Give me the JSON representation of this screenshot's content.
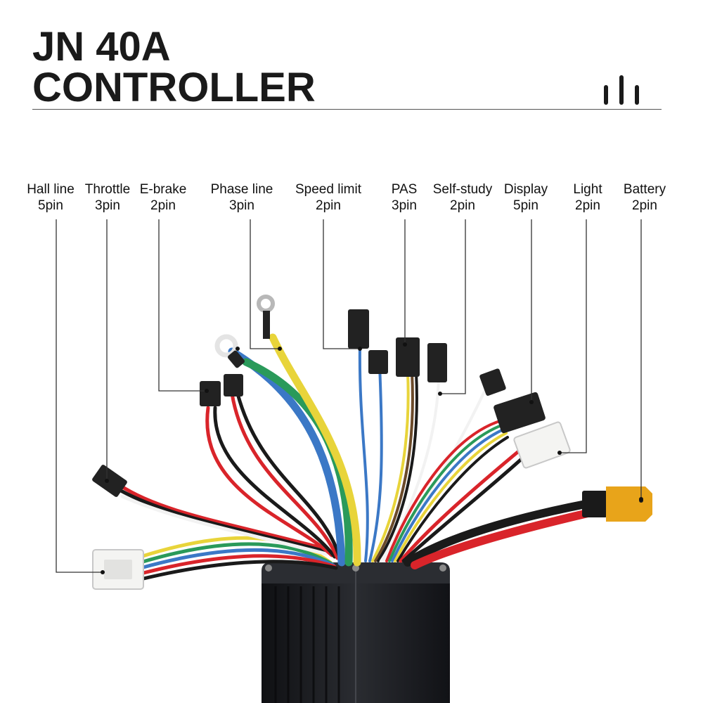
{
  "title": {
    "line1": "JN 40A",
    "line2": "CONTROLLER"
  },
  "brand_icon": "signal-bars-icon",
  "colors": {
    "text": "#1a1a1a",
    "leader": "#333333",
    "controller_body": "#1b1c20",
    "wire_red": "#d9242a",
    "wire_black": "#1a1a1a",
    "wire_blue": "#3b78c6",
    "wire_green": "#2a9a5a",
    "wire_yellow": "#e8d43a",
    "wire_white": "#f2f2f2",
    "wire_brown": "#6b4a2a",
    "connector_white": "#f4f4f2",
    "connector_black": "#222222",
    "xt60_yellow": "#e8a41a"
  },
  "connectors": [
    {
      "name": "Hall line",
      "pins": "5pin"
    },
    {
      "name": "Throttle",
      "pins": "3pin"
    },
    {
      "name": "E-brake",
      "pins": "2pin"
    },
    {
      "name": "Phase line",
      "pins": "3pin"
    },
    {
      "name": "Speed limit",
      "pins": "2pin"
    },
    {
      "name": "PAS",
      "pins": "3pin"
    },
    {
      "name": "Self-study",
      "pins": "2pin"
    },
    {
      "name": "Display",
      "pins": "5pin"
    },
    {
      "name": "Light",
      "pins": "2pin"
    },
    {
      "name": "Battery",
      "pins": "2pin"
    }
  ]
}
